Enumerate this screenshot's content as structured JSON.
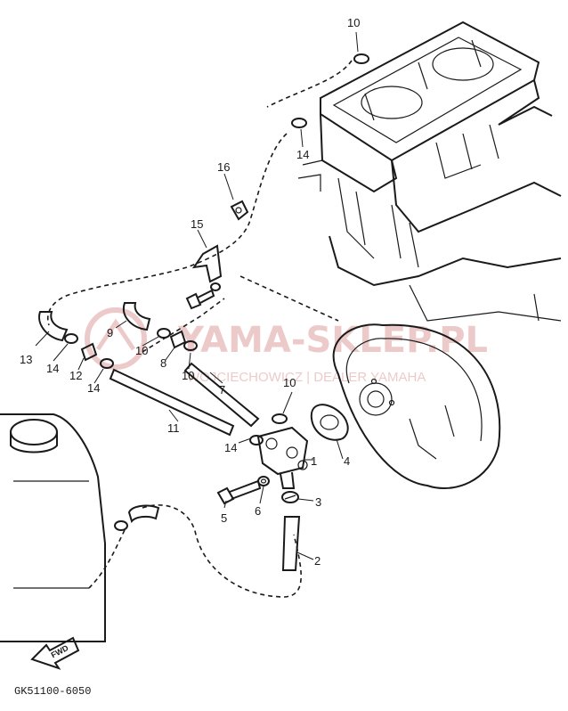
{
  "diagram": {
    "parts": [
      {
        "num": "1"
      },
      {
        "num": "2"
      },
      {
        "num": "3"
      },
      {
        "num": "4"
      },
      {
        "num": "5"
      },
      {
        "num": "6"
      },
      {
        "num": "7"
      },
      {
        "num": "8"
      },
      {
        "num": "9"
      },
      {
        "num": "10"
      },
      {
        "num": "10"
      },
      {
        "num": "10"
      },
      {
        "num": "10"
      },
      {
        "num": "11"
      },
      {
        "num": "12"
      },
      {
        "num": "13"
      },
      {
        "num": "14"
      },
      {
        "num": "14"
      },
      {
        "num": "14"
      },
      {
        "num": "14"
      },
      {
        "num": "15"
      },
      {
        "num": "16"
      }
    ],
    "direction_label": "FWD",
    "reference_code": "GK51100-6050"
  },
  "watermark": {
    "brand": "YAMA-SKLEP.PL",
    "tagline": "WOJCIECHOWICZ | DEALER YAMAHA",
    "color": "#e0a0a0"
  }
}
